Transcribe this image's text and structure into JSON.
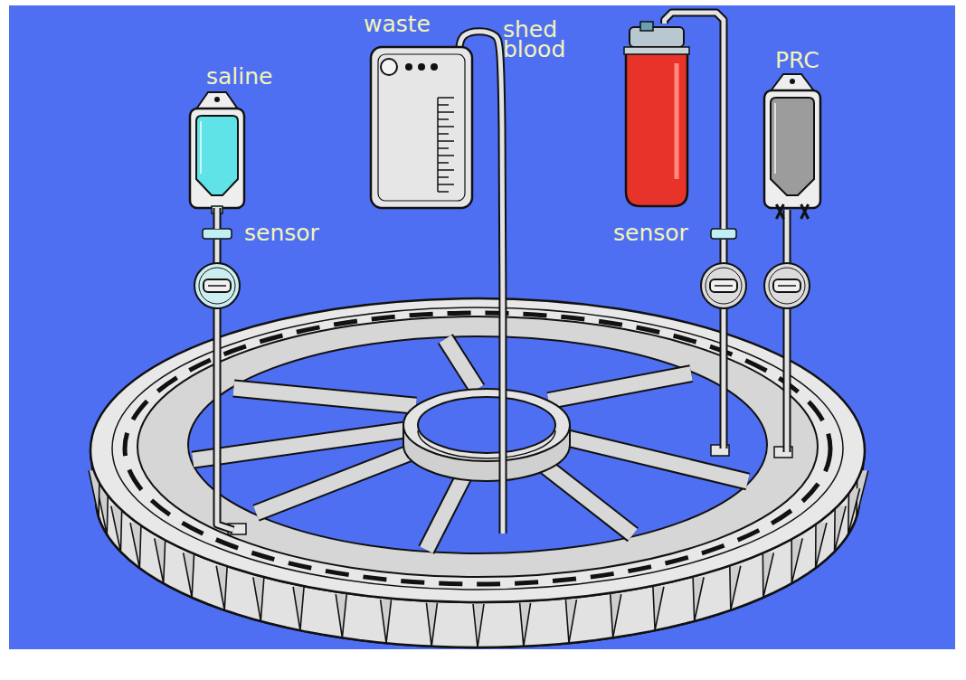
{
  "diagram": {
    "nodes": [
      {
        "text": [
          "saline"
        ]
      },
      {
        "text": [
          "sensor"
        ]
      },
      {
        "text": [
          "waste"
        ]
      },
      {
        "text": [
          "shed blood"
        ]
      },
      {
        "text": [
          "sensor"
        ]
      },
      {
        "text": [
          "PRC"
        ]
      }
    ],
    "edges": [
      {
        "from": 0,
        "to": 1,
        "arrow": "none"
      },
      {
        "from": 3,
        "to": 4,
        "arrow": "none"
      }
    ]
  }
}
